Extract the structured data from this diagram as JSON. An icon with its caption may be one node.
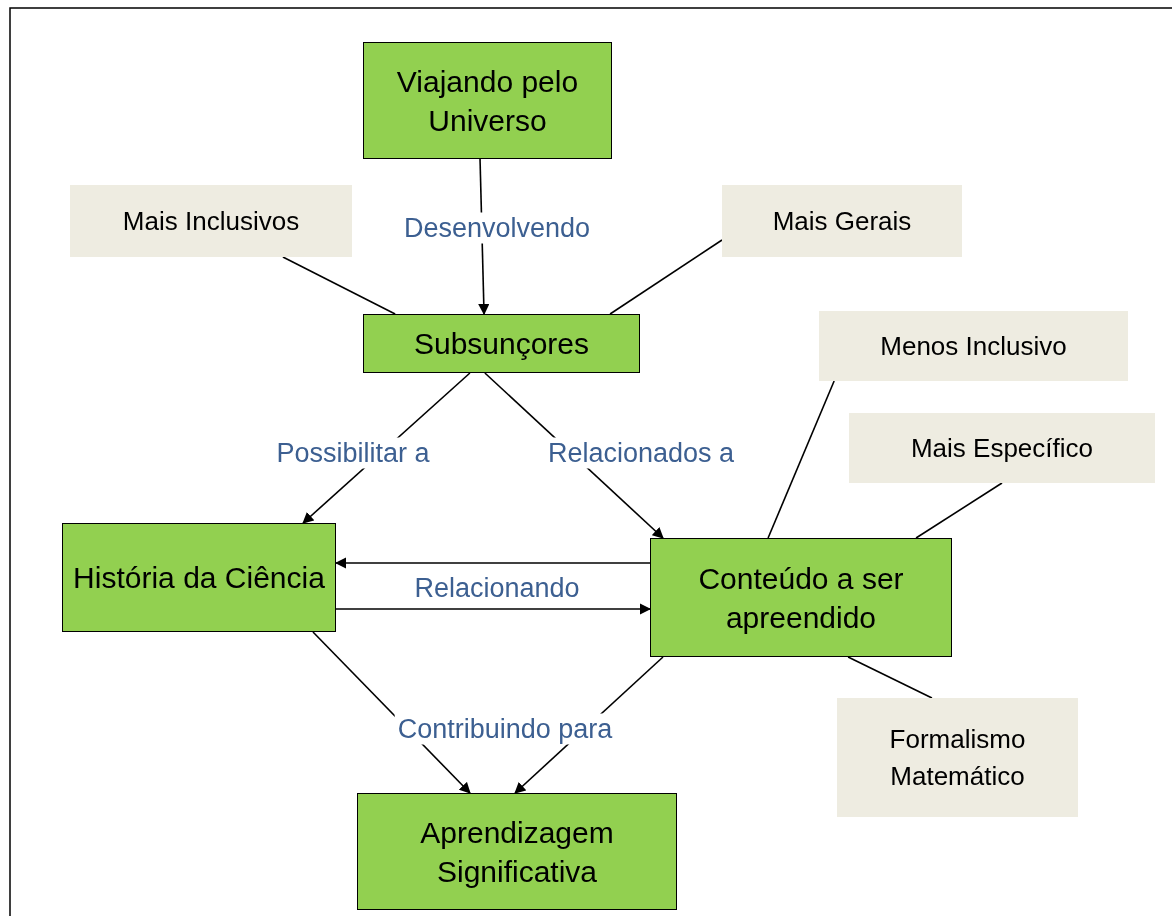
{
  "diagram": {
    "nodes": [
      {
        "text": [
          "Viajando pelo Universo"
        ]
      },
      {
        "text": [
          "Mais Inclusivos"
        ]
      },
      {
        "text": [
          "Mais Gerais"
        ]
      },
      {
        "text": [
          "Subsunçores"
        ]
      },
      {
        "text": [
          "Menos Inclusivo"
        ]
      },
      {
        "text": [
          "Mais Específico"
        ]
      },
      {
        "text": [
          "História da Ciência"
        ]
      },
      {
        "text": [
          "Conteúdo a ser apreendido"
        ]
      },
      {
        "text": [
          "Formalismo Matemático"
        ]
      },
      {
        "text": [
          "Aprendizagem Significativa"
        ]
      }
    ],
    "edges": [
      {
        "from": 0,
        "to": 3,
        "arrow": "to",
        "label": "Desenvolvendo"
      },
      {
        "from": 1,
        "to": 3,
        "arrow": "none"
      },
      {
        "from": 2,
        "to": 3,
        "arrow": "none"
      },
      {
        "from": 3,
        "to": 6,
        "arrow": "to",
        "label": "Possibilitar a"
      },
      {
        "from": 3,
        "to": 7,
        "arrow": "to",
        "label": "Relacionados a"
      },
      {
        "from": 7,
        "to": 6,
        "arrow": "to"
      },
      {
        "from": 6,
        "to": 7,
        "arrow": "to",
        "label": "Relacionando"
      },
      {
        "from": 4,
        "to": 7,
        "arrow": "none"
      },
      {
        "from": 5,
        "to": 7,
        "arrow": "none"
      },
      {
        "from": 8,
        "to": 7,
        "arrow": "none"
      },
      {
        "from": 6,
        "to": 9,
        "arrow": "to",
        "label": "Contribuindo para"
      },
      {
        "from": 7,
        "to": 9,
        "arrow": "to"
      }
    ]
  }
}
